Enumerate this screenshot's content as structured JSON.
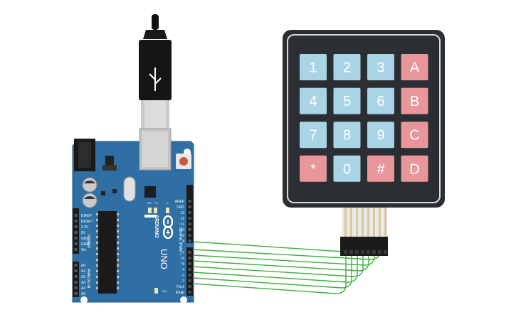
{
  "arduino": {
    "board_name": "UNO",
    "brand": "ARDUINO",
    "power_header": {
      "title": "POWER",
      "pins": [
        "IOREF",
        "RESET",
        "3.3V",
        "5V",
        "GND",
        "GND",
        "Vin"
      ]
    },
    "analog_header": {
      "title": "ANALOG IN",
      "pins": [
        "A0",
        "A1",
        "A2",
        "A3",
        "A4",
        "A5"
      ]
    },
    "digital_header": {
      "title": "DIGITAL (PWM~)",
      "pins_upper": [
        "AREF",
        "GND",
        "13",
        "12",
        "~11",
        "~10",
        "~9",
        "8"
      ],
      "pins_lower": [
        "7",
        "~6",
        "~5",
        "4",
        "~3",
        "2",
        "TX▸1",
        "RX◂0"
      ]
    },
    "led_labels": {
      "rx": "RX",
      "tx": "TX",
      "l": "L",
      "on": "ON"
    }
  },
  "keypad": {
    "rows": [
      [
        {
          "label": "1",
          "color": "#a8d4e6"
        },
        {
          "label": "2",
          "color": "#a8d4e6"
        },
        {
          "label": "3",
          "color": "#a8d4e6"
        },
        {
          "label": "A",
          "color": "#e8969a"
        }
      ],
      [
        {
          "label": "4",
          "color": "#a8d4e6"
        },
        {
          "label": "5",
          "color": "#a8d4e6"
        },
        {
          "label": "6",
          "color": "#a8d4e6"
        },
        {
          "label": "B",
          "color": "#e8969a"
        }
      ],
      [
        {
          "label": "7",
          "color": "#a8d4e6"
        },
        {
          "label": "8",
          "color": "#a8d4e6"
        },
        {
          "label": "9",
          "color": "#a8d4e6"
        },
        {
          "label": "C",
          "color": "#e8969a"
        }
      ],
      [
        {
          "label": "*",
          "color": "#e8969a"
        },
        {
          "label": "0",
          "color": "#a8d4e6"
        },
        {
          "label": "#",
          "color": "#e8969a"
        },
        {
          "label": "D",
          "color": "#e8969a"
        }
      ]
    ]
  },
  "colors": {
    "board": "#2f6fa3",
    "board_edge": "#235a86",
    "keypad_body": "#2b2e33",
    "wire": "#3fae3f",
    "connector": "#1b1b1b",
    "pin_gold": "#d9c9a0"
  },
  "wiring": {
    "connections": [
      {
        "from": "digital-8"
      },
      {
        "from": "digital-7"
      },
      {
        "from": "digital-6"
      },
      {
        "from": "digital-5"
      },
      {
        "from": "digital-4"
      },
      {
        "from": "digital-3"
      },
      {
        "from": "digital-2"
      },
      {
        "from": "digital-1"
      }
    ]
  }
}
